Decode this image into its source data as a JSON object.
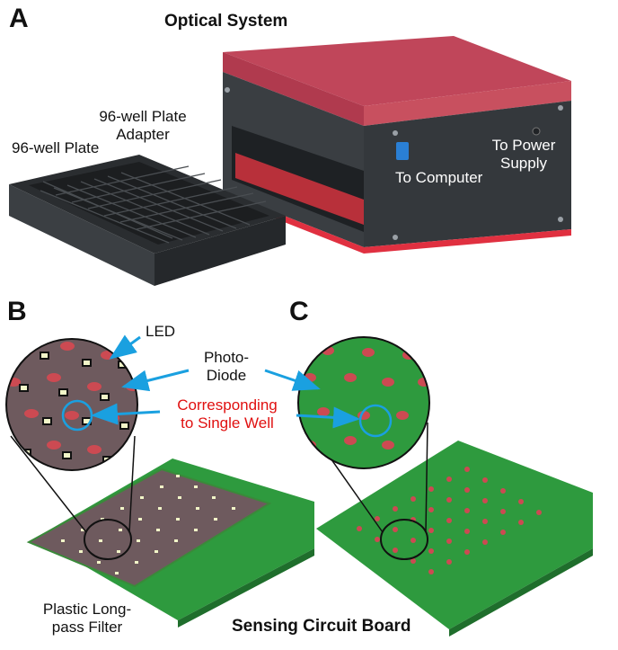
{
  "panels": {
    "a": {
      "letter": "A",
      "title": "Optical System",
      "labels": {
        "plate": "96-well Plate",
        "adapter_line1": "96-well Plate",
        "adapter_line2": "Adapter",
        "computer": "To Computer",
        "power_line1": "To Power",
        "power_line2": "Supply"
      }
    },
    "b": {
      "letter": "B",
      "labels": {
        "led": "LED",
        "photodiode_line1": "Photo-",
        "photodiode_line2": "Diode",
        "single_well_line1": "Corresponding",
        "single_well_line2": "to Single Well",
        "filter_line1": "Plastic Long-",
        "filter_line2": "pass Filter"
      }
    },
    "c": {
      "letter": "C"
    },
    "bottom_title": "Sensing Circuit Board"
  },
  "colors": {
    "enclosure_lid": "#c0465a",
    "enclosure_edge": "#e03040",
    "enclosure_body": "#3a3e42",
    "plate": "#2b2e31",
    "pcb": "#2e9a3e",
    "pcb_dark": "#1f6e2c",
    "filter": "#6e5a5e",
    "photodiode": "#cc4a52",
    "led": "#f2f6c8",
    "arrow": "#1aa0e0",
    "highlight_ring": "#1aa0e0",
    "label_red": "#e01010"
  }
}
